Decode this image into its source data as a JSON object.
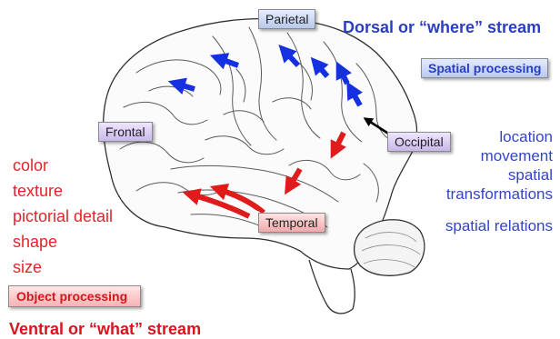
{
  "regions": {
    "parietal": "Parietal",
    "frontal": "Frontal",
    "occipital": "Occipital",
    "temporal": "Temporal"
  },
  "dorsal": {
    "title": "Dorsal or “where” stream",
    "processing": "Spatial processing",
    "attributes": [
      "location",
      "movement",
      "spatial",
      "transformations",
      "spatial relations"
    ],
    "color": "#2a3ec0"
  },
  "ventral": {
    "title": "Ventral or “what” stream",
    "processing": "Object processing",
    "attributes": [
      "color",
      "texture",
      "pictorial detail",
      "shape",
      "size"
    ],
    "color": "#d8141c"
  },
  "arrow_colors": {
    "dorsal": "#1530e0",
    "ventral": "#e01b1b",
    "occipital_pointer": "#000000"
  }
}
